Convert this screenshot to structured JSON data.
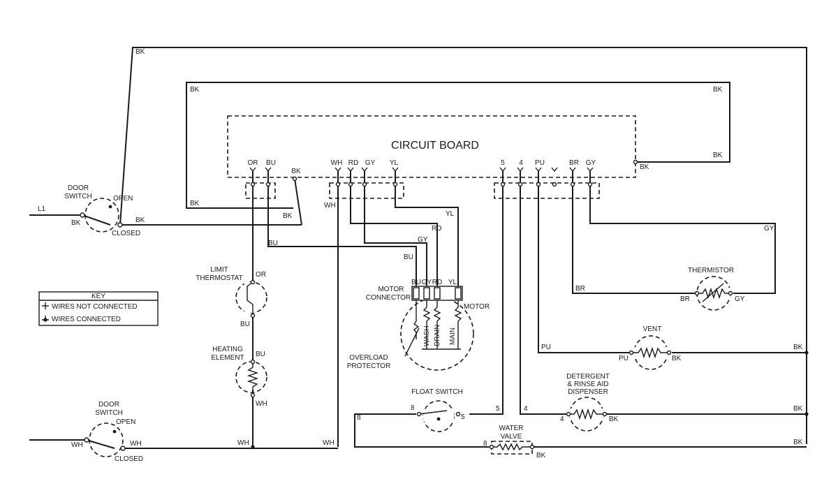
{
  "colors": {
    "ink": "#1a1a1a",
    "background": "#ffffff"
  },
  "board": {
    "title": "CIRCUIT BOARD",
    "left_pins": [
      "OR",
      "BU",
      "BK"
    ],
    "mid_pins": [
      "WH",
      "RD",
      "GY",
      "YL"
    ],
    "right_pins": [
      "5",
      "4",
      "PU",
      "BR",
      "GY"
    ],
    "side_pin": "BK"
  },
  "wires": {
    "bk": "BK",
    "wh": "WH",
    "bu": "BU",
    "or": "OR",
    "rd": "RD",
    "gy": "GY",
    "yl": "YL",
    "pu": "PU",
    "br": "BR",
    "n5": "5",
    "n4": "4",
    "n8": "8",
    "l1": "L1"
  },
  "door_switch_top": {
    "line1": "DOOR",
    "line2": "SWITCH",
    "open": "OPEN",
    "closed": "CLOSED"
  },
  "door_switch_bottom": {
    "line1": "DOOR",
    "line2": "SWITCH",
    "open": "OPEN",
    "closed": "CLOSED"
  },
  "limit_thermostat": {
    "line1": "LIMIT",
    "line2": "THERMOSTAT"
  },
  "heating_element": {
    "line1": "HEATING",
    "line2": "ELEMENT"
  },
  "motor_connector": {
    "line1": "MOTOR",
    "line2": "CONNECTOR"
  },
  "motor": {
    "label": "MOTOR",
    "pins": [
      "BU",
      "GY",
      "RD",
      "YL"
    ],
    "windings": [
      "WASH",
      "DRAIN",
      "MAIN"
    ],
    "overload_line1": "OVERLOAD",
    "overload_line2": "PROTECTOR"
  },
  "thermistor": "THERMISTOR",
  "vent": "VENT",
  "dispenser": {
    "line1": "DETERGENT",
    "line2": "& RINSE AID",
    "line3": "DISPENSER"
  },
  "float_switch": "FLOAT SWITCH",
  "water_valve": {
    "line1": "WATER",
    "line2": "VALVE"
  },
  "key": {
    "title": "KEY",
    "not_connected": "WIRES NOT CONNECTED",
    "connected": "WIRES CONNECTED"
  }
}
